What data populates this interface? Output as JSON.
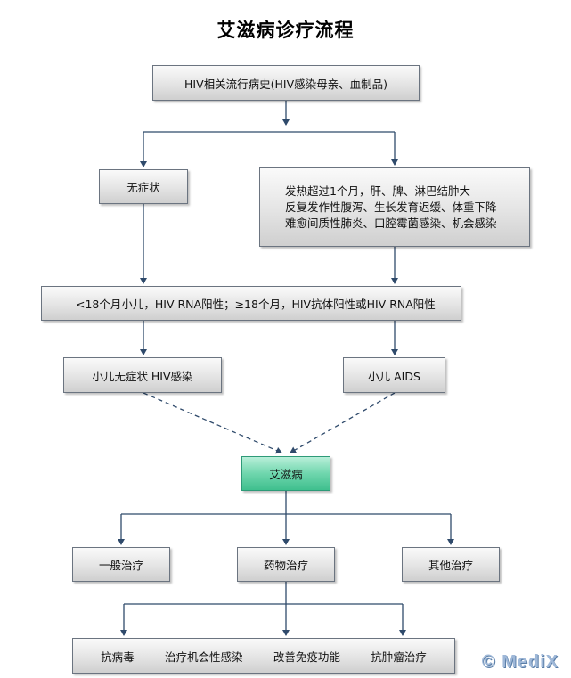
{
  "title": "艾滋病诊疗流程",
  "nodes": {
    "history": "HIV相关流行病史(HIV感染母亲、血制品)",
    "asymptomatic": "无症状",
    "symptoms": [
      "发热超过1个月，肝、脾、淋巴结肿大",
      "反复发作性腹泻、生长发育迟缓、体重下降",
      "难愈间质性肺炎、口腔霉菌感染、机会感染"
    ],
    "criteria": "<18个月小儿，HIV RNA阳性；≥18个月，HIV抗体阳性或HIV RNA阳性",
    "child_asymptomatic": "小儿无症状  HIV感染",
    "child_aids": "小儿  AIDS",
    "aids": "艾滋病",
    "general_treatment": "一般治疗",
    "drug_treatment": "药物治疗",
    "other_treatment": "其他治疗",
    "drug_items": [
      "抗病毒",
      "治疗机会性感染",
      "改善免疫功能",
      "抗肿瘤治疗"
    ]
  },
  "watermark": "© MediX",
  "colors": {
    "box_border": "#6b7480",
    "connector": "#2f4a6b",
    "highlight": "#4ecb9c"
  }
}
